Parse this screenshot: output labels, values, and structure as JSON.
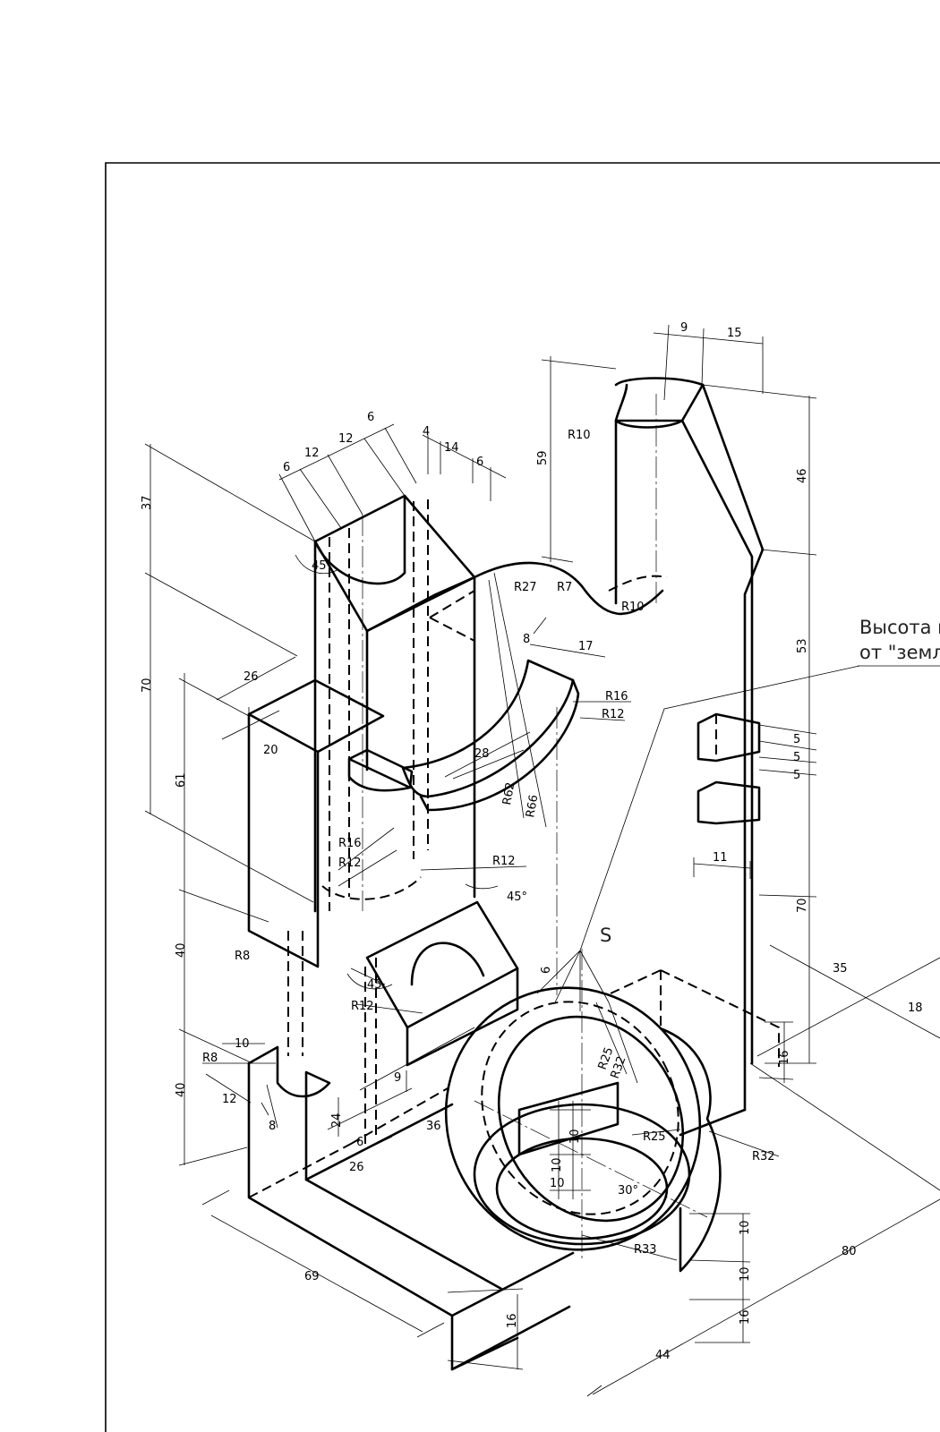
{
  "note": {
    "line1": "Высота r",
    "line2": "от \"земл"
  },
  "section_marker": "S",
  "dimensions": {
    "d9": "9",
    "d15": "15",
    "d59": "59",
    "d46": "46",
    "d53": "53",
    "d70r": "70",
    "d37": "37",
    "d70l": "70",
    "d61": "61",
    "d40a": "40",
    "d40b": "40",
    "d6a": "6",
    "d12a": "12",
    "d12b": "12",
    "d6b": "6",
    "d4": "4",
    "d14": "14",
    "d6c": "6",
    "d26a": "26",
    "d20": "20",
    "d28": "28",
    "d8a": "8",
    "d17": "17",
    "d5a": "5",
    "d5b": "5",
    "d5c": "5",
    "d11": "11",
    "d35": "35",
    "d18": "18",
    "d16a": "16",
    "d80": "80",
    "d44": "44",
    "d69": "69",
    "d16b": "16",
    "d10a": "10",
    "d10b": "10",
    "d16c": "16",
    "d24": "24",
    "d6d": "6",
    "d36": "36",
    "d26b": "26",
    "d9b": "9",
    "d6e": "6",
    "d10c": "10",
    "d12c": "12",
    "d8b": "8",
    "d10d": "10",
    "d10e": "10",
    "d10f": "10",
    "r10a": "R10",
    "r10b": "R10",
    "r27": "R27",
    "r7": "R7",
    "r16a": "R16",
    "r12a": "R12",
    "r62": "R62",
    "r66": "R66",
    "r16b": "R16",
    "r12b": "R12",
    "r12c": "R12",
    "r8a": "R8",
    "r8b": "R8",
    "r12d": "R12",
    "r25a": "R25",
    "r32a": "R32",
    "r25b": "R25",
    "r32b": "R32",
    "r33": "R33",
    "a45a": "45",
    "a45b": "45°",
    "a45c": "45",
    "a30": "30°"
  }
}
